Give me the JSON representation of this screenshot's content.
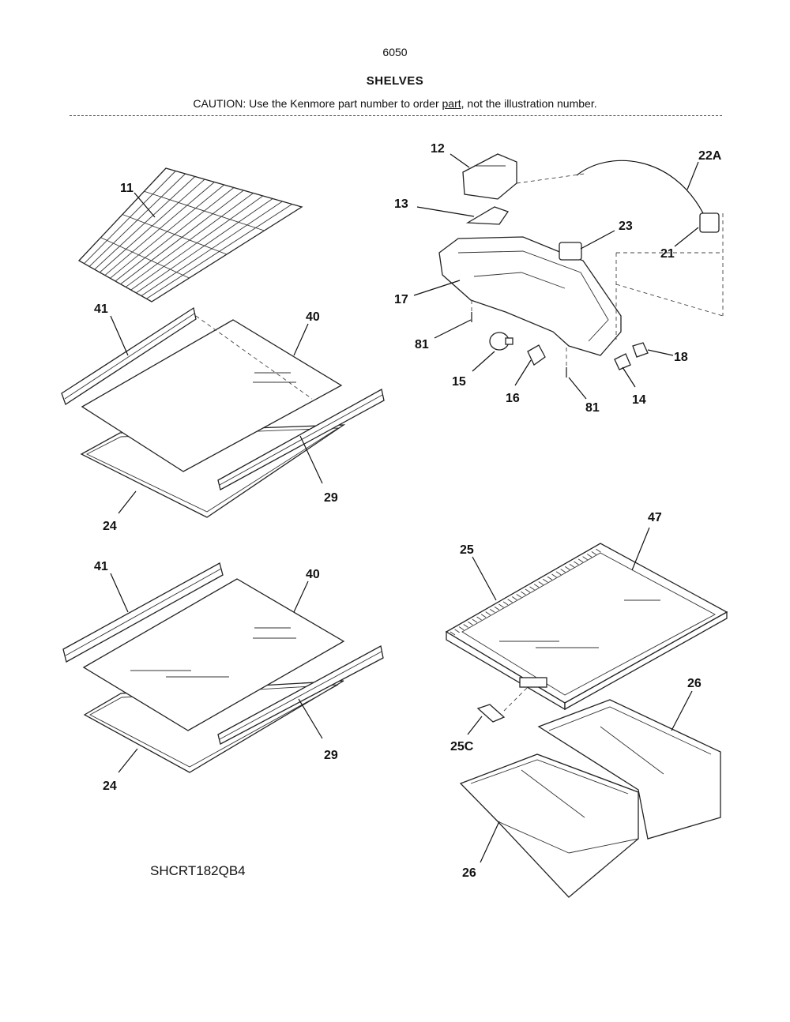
{
  "page_number": "6050",
  "title": "SHELVES",
  "caution": {
    "prefix": "CAUTION: Use the Kenmore part number to order ",
    "underlined": "part",
    "suffix": ", not the illustration number."
  },
  "model_number": "SHCRT182QB4",
  "callouts": {
    "c11": "11",
    "c41a": "41",
    "c40a": "40",
    "c29a": "29",
    "c24a": "24",
    "c41b": "41",
    "c40b": "40",
    "c29b": "29",
    "c24b": "24",
    "c12": "12",
    "c13": "13",
    "c22A": "22A",
    "c23": "23",
    "c21": "21",
    "c17": "17",
    "c81a": "81",
    "c15": "15",
    "c16": "16",
    "c81b": "81",
    "c14": "14",
    "c18": "18",
    "c25": "25",
    "c47": "47",
    "c25C": "25C",
    "c26a": "26",
    "c26b": "26"
  }
}
